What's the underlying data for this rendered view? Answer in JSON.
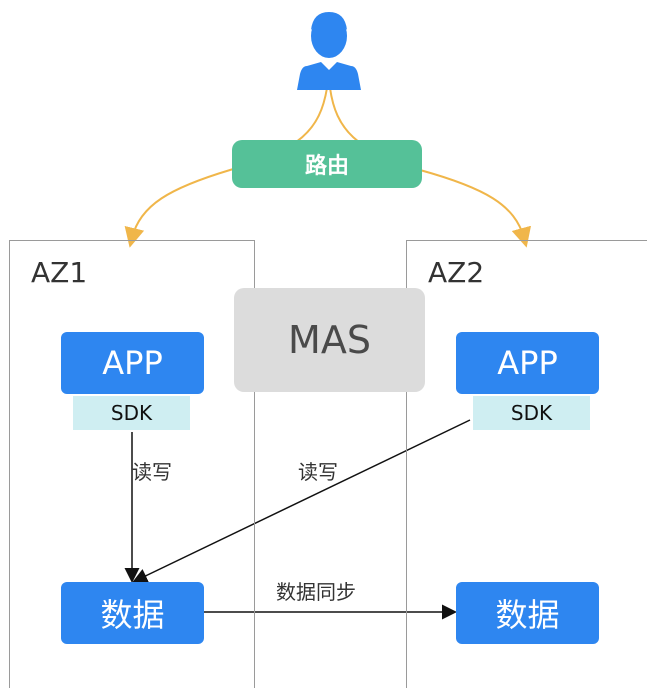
{
  "route_label": "路由",
  "az1": {
    "label": "AZ1",
    "app": "APP",
    "sdk": "SDK",
    "data": "数据",
    "rw": "读写"
  },
  "az2": {
    "label": "AZ2",
    "app": "APP",
    "sdk": "SDK",
    "data": "数据"
  },
  "mas_label": "MAS",
  "cross_rw": "读写",
  "sync_label": "数据同步",
  "colors": {
    "app_blue": "#2e86f0",
    "sdk_cyan": "#cfeef2",
    "route_green": "#55c198",
    "mas_gray": "#dcdcdc",
    "route_line_orange": "#f0b64a",
    "user_icon_blue": "#2e86f0"
  },
  "icons": [
    "user-icon"
  ]
}
